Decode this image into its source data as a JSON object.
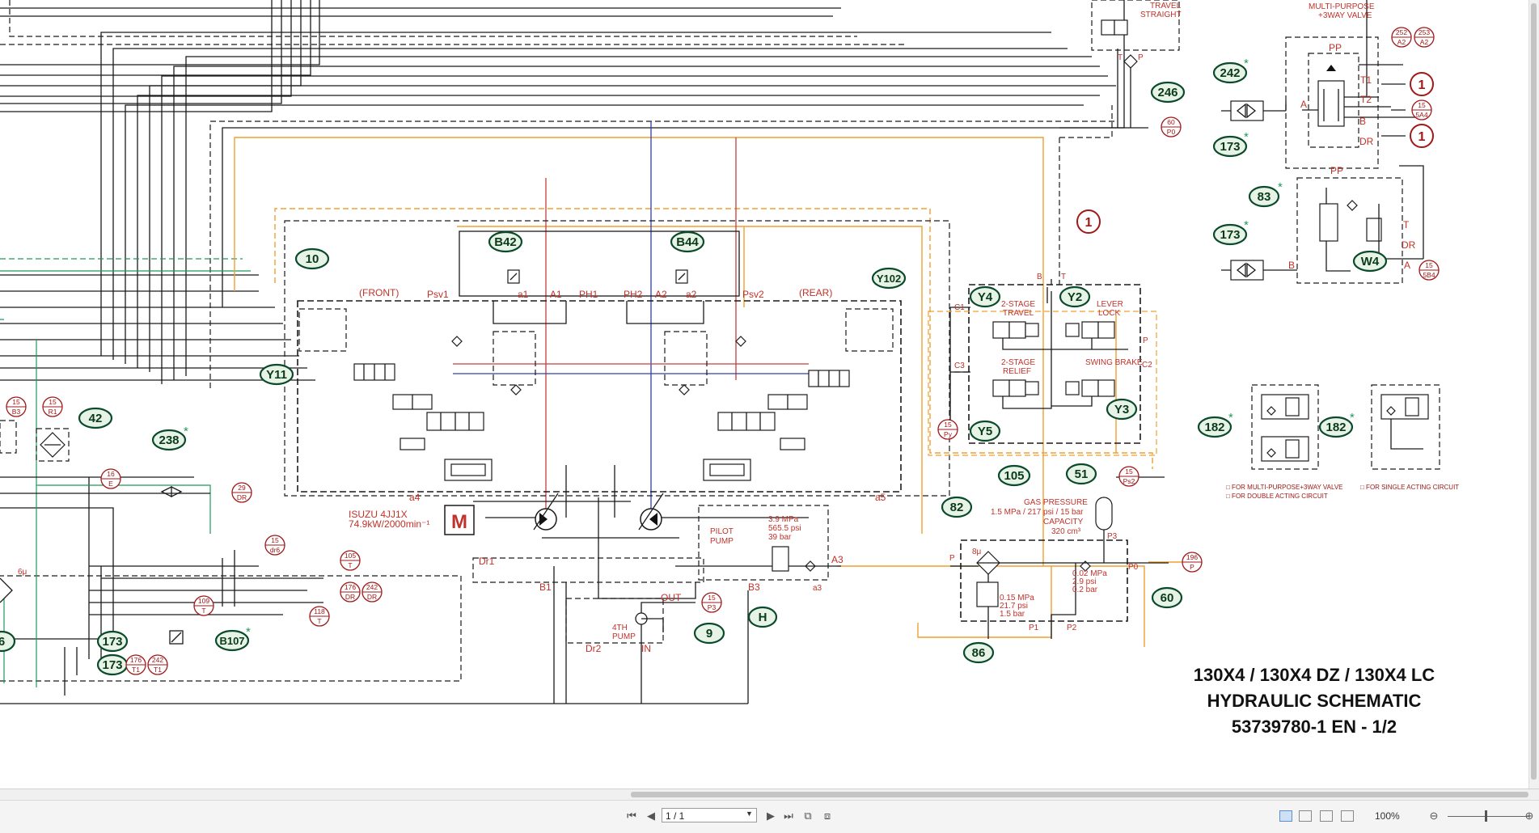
{
  "schematic": {
    "title_line1": "130X4 / 130X4 DZ / 130X4 LC",
    "title_line2": "HYDRAULIC SCHEMATIC",
    "title_line3": "53739780-1 EN - 1/2",
    "labels": {
      "travel_straight_1": "TRAVEL",
      "travel_straight_2": "STRAIGHT",
      "multi_purpose_1": "MULTI-PURPOSE",
      "multi_purpose_2": "+3WAY VALVE",
      "front": "(FRONT)",
      "rear": "(REAR)",
      "psv1": "Psv1",
      "psv2": "Psv2",
      "a1": "a1",
      "A1": "A1",
      "ph1": "PH1",
      "ph2": "PH2",
      "A2": "A2",
      "a2": "a2",
      "a4": "a4",
      "a5": "a5",
      "engine_1": "ISUZU  4JJ1X",
      "engine_2": "74.9kW/2000min⁻¹",
      "motor": "M",
      "pilot_1": "PILOT",
      "pilot_2": "PUMP",
      "pilot_p1": "3.9 MPa",
      "pilot_p2": "565.5 psi",
      "pilot_p3": "39 bar",
      "dr1": "Dr1",
      "b1": "B1",
      "b3": "B3",
      "a3_small": "a3",
      "A3": "A3",
      "dr2": "Dr2",
      "out": "OUT",
      "in": "IN",
      "fourth_1": "4TH",
      "fourth_2": "PUMP",
      "two_stage_travel_1": "2-STAGE",
      "two_stage_travel_2": "TRAVEL",
      "two_stage_relief_1": "2-STAGE",
      "two_stage_relief_2": "RELIEF",
      "lever_lock_1": "LEVER",
      "lever_lock_2": "LOCK",
      "swing_brake": "SWING BRAKE",
      "c1": "C1",
      "c2": "C2",
      "c3": "C3",
      "b_port": "B",
      "t_port": "T",
      "p_port": "P",
      "gas_1": "GAS PRESSURE",
      "gas_2": "1.5 MPa / 217 psi / 15 bar",
      "gas_3": "CAPACITY",
      "gas_4": "320 cm³",
      "p3": "P3",
      "p0": "P0",
      "p1": "P1",
      "p2": "P2",
      "p_acc": "P",
      "filter_mu": "8μ",
      "low_p1": "0.02 MPa",
      "low_p2": "2.9 psi",
      "low_p3": "0.2 bar",
      "rel_p1": "0.15 MPa",
      "rel_p2": "21.7 psi",
      "rel_p3": "1.5 bar",
      "pp1": "PP",
      "pp2": "PP",
      "t1": "T1",
      "t2": "T2",
      "a_mp": "A",
      "b_mp": "B",
      "dr_mp": "DR",
      "t_83": "T",
      "dr_83": "DR",
      "a_83": "A",
      "b_83": "B",
      "tp_t": "T",
      "tp_p": "P",
      "legend_1": "□ FOR MULTI-PURPOSE+3WAY VALVE",
      "legend_2": "□ FOR DOUBLE ACTING CIRCUIT",
      "legend_3": "□ FOR SINGLE ACTING CIRCUIT",
      "six_mu": "6μ"
    },
    "components": {
      "c10": "10",
      "y11": "Y11",
      "b42": "B42",
      "b44": "B44",
      "y102": "Y102",
      "c42": "42",
      "c238": "238",
      "c173a": "173",
      "c173b": "173",
      "b107": "B107",
      "c9": "9",
      "h": "H",
      "c246": "246",
      "c242": "242",
      "c173c": "173",
      "c173d": "173",
      "c83": "83",
      "w4": "W4",
      "y4": "Y4",
      "y2": "Y2",
      "y5": "Y5",
      "y3": "Y3",
      "c105": "105",
      "c82": "82",
      "c51": "51",
      "c86": "86",
      "c60": "60",
      "c182a": "182",
      "c182b": "182",
      "c1a": "1",
      "c1b": "1",
      "c1c": "1",
      "c6": "6"
    },
    "refs": {
      "r15_b3": [
        "15",
        "B3"
      ],
      "r15_r1": [
        "15",
        "R1"
      ],
      "r16_e": [
        "16",
        "E"
      ],
      "r29_dr": [
        "29",
        "DR"
      ],
      "r15_dr6": [
        "15",
        "dr6"
      ],
      "r105_t": [
        "105",
        "T"
      ],
      "r176_dr": [
        "176",
        "DR"
      ],
      "r242_dr": [
        "242",
        "DR"
      ],
      "r109_t": [
        "109",
        "T"
      ],
      "r118_t": [
        "118",
        "T"
      ],
      "r176_t1": [
        "176",
        "T1"
      ],
      "r242_t1": [
        "242",
        "T1"
      ],
      "r15_p3": [
        "15",
        "P3"
      ],
      "r60_p0": [
        "60",
        "P0"
      ],
      "r252_a2": [
        "252",
        "A2"
      ],
      "r253_a2": [
        "253",
        "A2"
      ],
      "r15_5a4": [
        "15",
        "5A4"
      ],
      "r15_5b4": [
        "15",
        "5B4"
      ],
      "r15_py": [
        "15",
        "Py"
      ],
      "r15_ps2": [
        "15",
        "Ps2"
      ],
      "r196_p": [
        "196",
        "P"
      ]
    },
    "colors": {
      "line": "#1a1a1a",
      "orange": "#f0a030",
      "green_line": "#1f9a5a",
      "red_text": "#c0322a",
      "callout_fill": "#e6f3e6",
      "callout_stroke": "#0a4a2a",
      "ref_stroke": "#a01818",
      "blue": "#3040a0",
      "red_line": "#c04040"
    }
  },
  "viewer": {
    "page_display": "1 / 1",
    "zoom": "100%"
  }
}
